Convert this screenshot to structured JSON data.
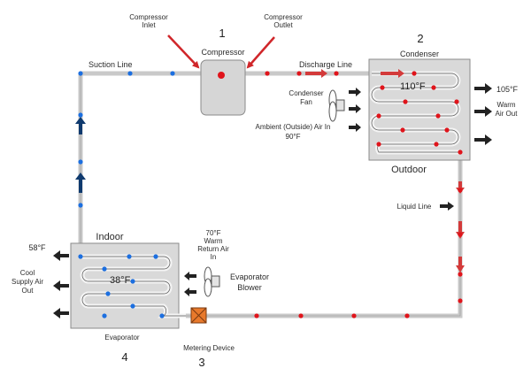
{
  "labels": {
    "compressor_inlet": [
      "Compressor",
      "Inlet"
    ],
    "compressor_outlet": [
      "Compressor",
      "Outlet"
    ],
    "compressor": "Compressor",
    "num_compressor": "1",
    "condenser": "Condenser",
    "num_condenser": "2",
    "suction_line": "Suction Line",
    "discharge_line": "Discharge Line",
    "condenser_fan": [
      "Condenser",
      "Fan"
    ],
    "ambient_air_in": [
      "Ambient (Outside) Air In",
      "90°F"
    ],
    "condenser_temp": "110°F",
    "warm_air_out": [
      "105°F",
      "Warm",
      "Air Out"
    ],
    "outdoor": "Outdoor",
    "liquid_line": "Liquid Line",
    "indoor": "Indoor",
    "supply_temp": "58°F",
    "cool_supply_air_out": [
      "Cool",
      "Supply Air",
      "Out"
    ],
    "evaporator_temp": "38°F",
    "return_air": [
      "70°F",
      "Warm",
      "Return Air",
      "In"
    ],
    "evaporator_blower": [
      "Evaporator",
      "Blower"
    ],
    "evaporator": "Evaporator",
    "num_evaporator": "4",
    "metering_device": "Metering Device",
    "num_metering": "3"
  },
  "colors": {
    "hot_refrigerant": "#e0141b",
    "cold_refrigerant": "#1c6fe0",
    "pipe": "#c9c9c9",
    "flow_arrow_cold": "#0f3a6e",
    "flow_arrow_hot": "#d33a3a",
    "metering_device": "#e8792b",
    "unit_fill": "#d9d9d9"
  }
}
